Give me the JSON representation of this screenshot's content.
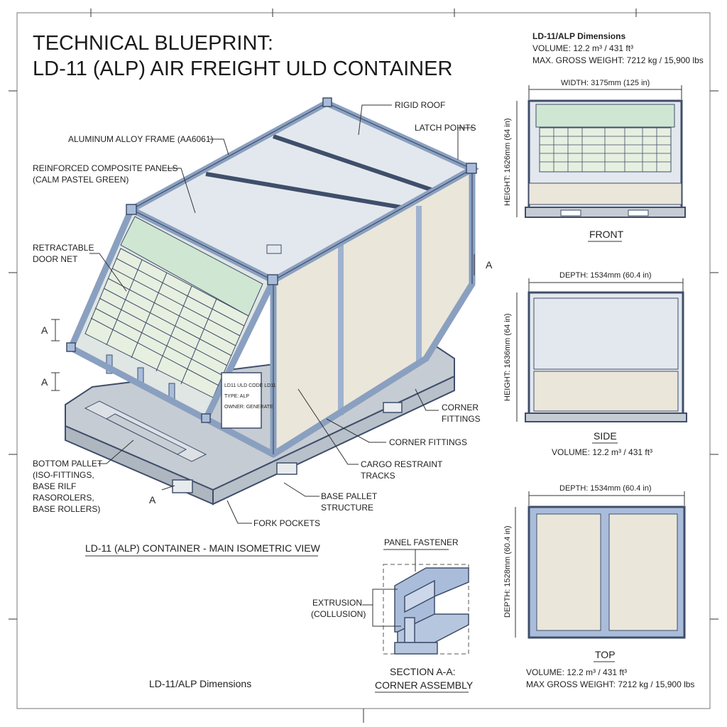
{
  "title": {
    "line1": "TECHNICAL BLUEPRINT:",
    "line2": "LD-11 (ALP) AIR FREIGHT ULD CONTAINER"
  },
  "spec_header": {
    "heading": "LD-11/ALP Dimensions",
    "volume": "VOLUME: 12.2 m³ / 431 ft³",
    "max_weight": "MAX. GROSS WEIGHT: 7212 kg / 15,900 lbs"
  },
  "callouts": {
    "rigid_roof": "RIGID ROOF",
    "latch_points": "LATCH POINTS",
    "aluminum_frame": "ALUMINUM ALLOY FRAME (AA6061)",
    "composite_panels_1": "REINFORCED COMPOSITE PANELS",
    "composite_panels_2": "(CALM PASTEL GREEN)",
    "door_net_1": "RETRACTABLE",
    "door_net_2": "DOOR NET",
    "corner_fittings_a_1": "CORNER",
    "corner_fittings_a_2": "FITTINGS",
    "corner_fittings_b": "CORNER FITTINGS",
    "cargo_tracks_1": "CARGO RESTRAINT",
    "cargo_tracks_2": "TRACKS",
    "base_structure_1": "BASE PALLET",
    "base_structure_2": "STRUCTURE",
    "fork_pockets": "FORK POCKETS",
    "bottom_pallet_1": "BOTTOM PALLET",
    "bottom_pallet_2": "(ISO-FITTINGS,",
    "bottom_pallet_3": "BASE RILF",
    "bottom_pallet_4": "RASOROLERS,",
    "bottom_pallet_5": "BASE ROLLERS)",
    "section_marker": "A"
  },
  "placard": {
    "line1": "LD11 ULD CODE LD11",
    "line2": "TYPE: ALP",
    "line3": "OWNER: GENERATE"
  },
  "captions": {
    "isometric": "LD-11 (ALP) CONTAINER - MAIN ISOMETRIC VIEW",
    "bottom_dimensions": "LD-11/ALP Dimensions"
  },
  "views": {
    "front": {
      "label": "FRONT",
      "width_dim": "WIDTH: 3175mm (125 in)",
      "height_dim": "HEIGHT: 1626mm (64 in)"
    },
    "side": {
      "label": "SIDE",
      "depth_dim": "DEPTH: 1534mm (60.4 in)",
      "height_dim": "HEIGHT: 1636mm (64 in)",
      "volume": "VOLUME: 12.2 m³ / 431 ft³"
    },
    "top": {
      "label": "TOP",
      "depth_dim": "DEPTH: 1534mm (60.4 in)",
      "depth_vertical_dim": "DEPTH: 1528mm (60.4 in)",
      "volume": "VOLUME: 12.2 m³ / 431 ft³",
      "max_weight": "MAX GROSS WEIGHT: 7212 kg / 15,900 lbs"
    }
  },
  "section": {
    "panel_fastener": "PANEL FASTENER",
    "extrusion_1": "EXTRUSION",
    "extrusion_2": "(COLLUSION)",
    "title_1": "SECTION A-A:",
    "title_2": "CORNER ASSEMBLY"
  },
  "colors": {
    "frame": "#a9bddb",
    "frame_edge": "#3f4e6a",
    "panel": "#eae6da",
    "roof": "#e3e8ee",
    "net_green": "#cfe6d2",
    "pallet": "#c6ccd3"
  }
}
